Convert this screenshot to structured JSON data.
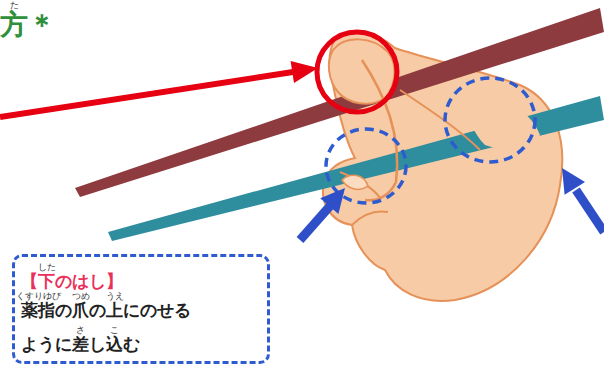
{
  "diagram": {
    "title": "方＊",
    "nodes": [
      {
        "text": [
          "【下のはし】",
          "薬指の爪の上にのせる ように差し込む"
        ]
      }
    ],
    "labels": [
      "た",
      "した",
      "くすりゆび",
      "つめ",
      "うえ",
      "さ",
      "こ"
    ]
  }
}
